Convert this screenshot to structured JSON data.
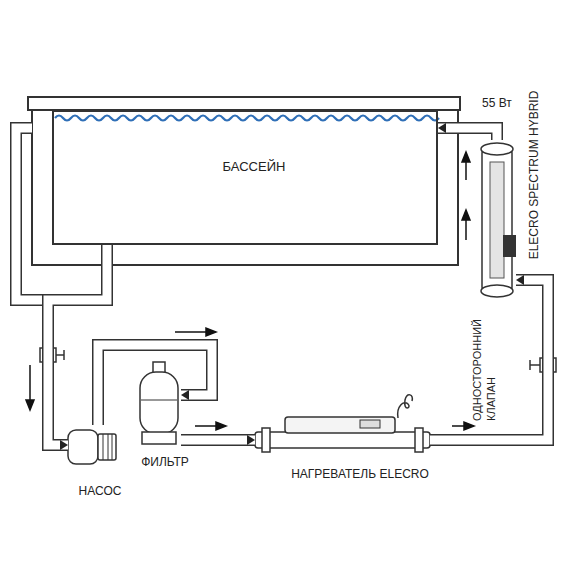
{
  "diagram": {
    "nodes": [
      {
        "text": [
          "БАССЕЙН"
        ]
      },
      {
        "text": [
          "55 Вт",
          "ELECRO SPECTRUM HYBRID"
        ]
      },
      {
        "text": [
          "НАСОС"
        ]
      },
      {
        "text": [
          "ФИЛЬТР"
        ]
      },
      {
        "text": [
          "НАГРЕВАТЕЛЬ ELECRO"
        ]
      }
    ],
    "edges": [
      {
        "from": 0,
        "to": 2,
        "arrow": "to"
      },
      {
        "from": 2,
        "to": 3,
        "arrow": "to"
      },
      {
        "from": 3,
        "to": 4,
        "arrow": "to"
      },
      {
        "from": 4,
        "to": 1,
        "arrow": "to"
      },
      {
        "from": 1,
        "to": 0,
        "arrow": "to"
      }
    ],
    "labels": [
      "ОДНОСТОРОННИЙ КЛАПАН"
    ]
  }
}
